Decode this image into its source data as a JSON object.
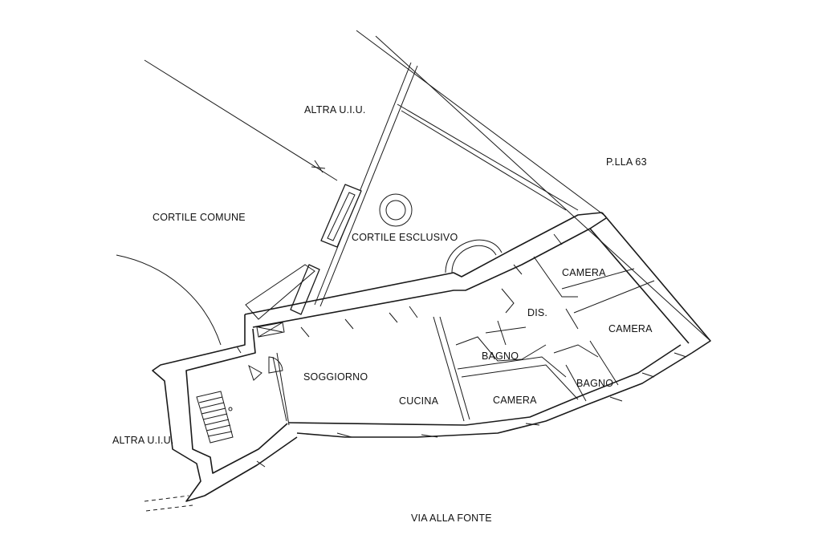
{
  "labels": {
    "altra_uiu_top": "ALTRA U.I.U.",
    "plla_63": "P.LLA 63",
    "cortile_comune": "CORTILE COMUNE",
    "cortile_esclusivo": "CORTILE ESCLUSIVO",
    "camera_1": "CAMERA",
    "dis": "DIS.",
    "camera_2": "CAMERA",
    "bagno_1": "BAGNO",
    "soggiorno": "SOGGIORNO",
    "cucina": "CUCINA",
    "camera_3": "CAMERA",
    "bagno_2": "BAGNO",
    "altra_uiu_left": "ALTRA U.I.U.",
    "via_alla_fonte": "VIA ALLA FONTE"
  }
}
